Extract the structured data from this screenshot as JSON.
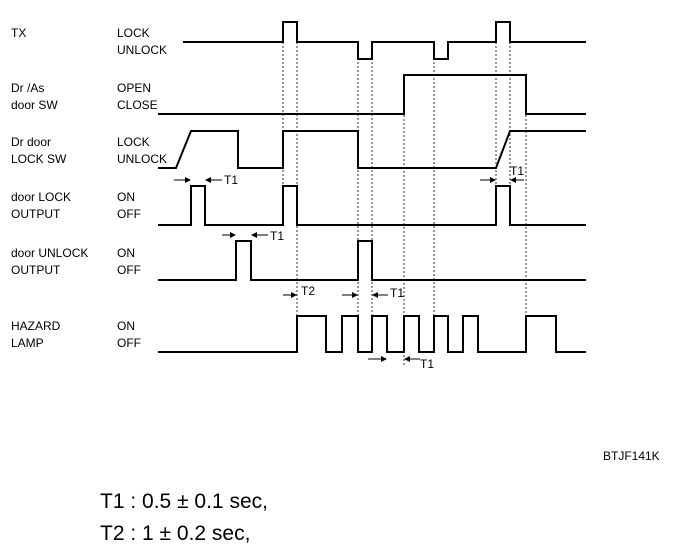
{
  "signals": [
    {
      "id": "tx",
      "name": [
        "TX"
      ],
      "high": "LOCK",
      "low": "UNLOCK"
    },
    {
      "id": "door-sw",
      "name": [
        "Dr /As",
        "door SW"
      ],
      "high": "OPEN",
      "low": "CLOSE"
    },
    {
      "id": "lock-sw",
      "name": [
        "Dr door",
        "LOCK SW"
      ],
      "high": "LOCK",
      "low": "UNLOCK"
    },
    {
      "id": "lock-output",
      "name": [
        "door LOCK",
        "OUTPUT"
      ],
      "high": "ON",
      "low": "OFF"
    },
    {
      "id": "unlock-output",
      "name": [
        "door UNLOCK",
        "OUTPUT"
      ],
      "high": "ON",
      "low": "OFF"
    },
    {
      "id": "hazard",
      "name": [
        "HAZARD",
        "LAMP"
      ],
      "high": "ON",
      "low": "OFF"
    }
  ],
  "timing_labels": {
    "t1": "T1",
    "t2": "T2"
  },
  "figure_code": "BTJF141K",
  "legend": [
    {
      "name": "T1",
      "value": "0.5 ± 0.1 sec,"
    },
    {
      "name": "T2",
      "value": "1 ± 0.2 sec,"
    }
  ]
}
